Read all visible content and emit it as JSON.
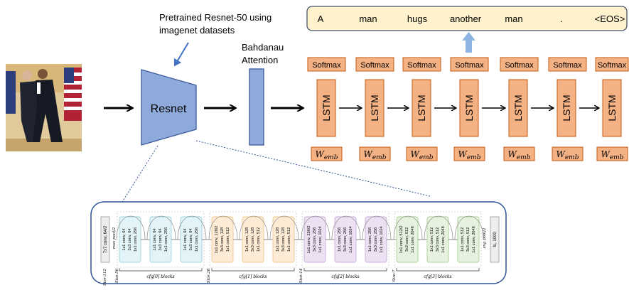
{
  "caption_tokens": [
    "A",
    "man",
    "hugs",
    "another",
    "man",
    ".",
    "<EOS>"
  ],
  "annotation": {
    "line1": "Pretrained Resnet-50 using",
    "line2": "imagenet datasets"
  },
  "resnet_label": "Resnet",
  "attention": {
    "line1": "Bahdanau",
    "line2": "Attention"
  },
  "softmax_label": "Softmax",
  "lstm_label": "LSTM",
  "wemb": {
    "base": "W",
    "sub": "emb"
  },
  "photo_alt": "input photo",
  "detail": {
    "first_conv": "7x7 conv, 64/2",
    "max_pool": "max pool/2",
    "last_pool": "avg pool/2",
    "fc": "fc, 1000",
    "sizes": [
      "Size:112",
      "Size:56",
      "Size:28",
      "Size:14",
      "Size:7"
    ],
    "stages": [
      {
        "label": "cfg[0] blocks",
        "blocks": [
          [
            "1x1 conv, 64",
            "3x3 conv, 64",
            "1x1 conv, 256"
          ],
          [
            "1x1 conv, 64",
            "3x3 conv, 64",
            "1x1 conv, 256"
          ],
          [
            "1x1 conv, 64",
            "3x3 conv, 64",
            "1x1 conv, 256"
          ]
        ]
      },
      {
        "label": "cfg[1] blocks",
        "blocks": [
          [
            "1x1 conv, 128/2",
            "3x3 conv, 128",
            "1x1 conv, 512"
          ],
          [
            "1x1 conv, 128",
            "3x3 conv, 128",
            "1x1 conv, 512"
          ],
          [
            "1x1 conv, 128",
            "3x3 conv, 128",
            "1x1 conv, 512"
          ]
        ]
      },
      {
        "label": "cfg[2] blocks",
        "blocks": [
          [
            "1x1 conv, 256/2",
            "3x3 conv, 256",
            "1x1 conv, 1024"
          ],
          [
            "1x1 conv, 256",
            "3x3 conv, 256",
            "1x1 conv, 1024"
          ],
          [
            "1x1 conv, 256",
            "3x3 conv, 256",
            "1x1 conv, 1024"
          ]
        ]
      },
      {
        "label": "cfg[3] blocks",
        "blocks": [
          [
            "1x1 conv, 512/2",
            "3x3 conv, 512",
            "1x1 conv, 2048"
          ],
          [
            "1x1 conv, 512",
            "3x3 conv, 512",
            "1x1 conv, 2048"
          ],
          [
            "1x1 conv, 512",
            "3x3 conv, 512",
            "1x1 conv, 2048"
          ]
        ]
      }
    ]
  },
  "colors": {
    "resnet_fill": "#8eaadb",
    "resnet_stroke": "#3a5a9a",
    "lstm_fill": "#f4b183",
    "lstm_stroke": "#c55a11",
    "caption_fill": "#fff2cc",
    "caption_stroke": "#44546a",
    "blue_arrow": "#8eb4e3",
    "annot_arrow": "#4472c4",
    "stage_fills": [
      "#e3f4f8",
      "#fdebd6",
      "#ece1f2",
      "#e6f2df"
    ],
    "stage_strokes": [
      "#9fd0dc",
      "#f0c890",
      "#c9add9",
      "#a9cf98"
    ],
    "panel_stroke": "#2f5597"
  }
}
